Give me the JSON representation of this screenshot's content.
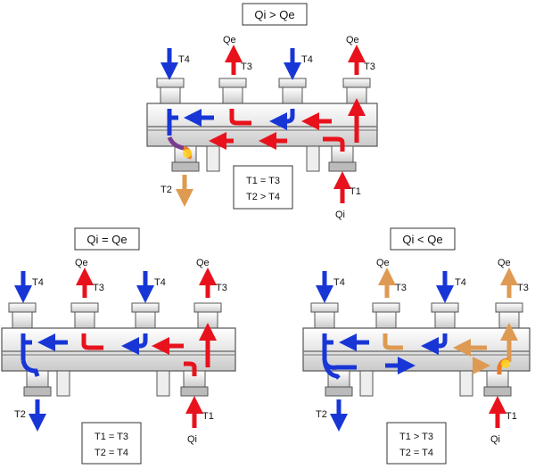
{
  "colors": {
    "hot": "#e8121d",
    "cold": "#1836d6",
    "warm": "#de9a52",
    "mix": "#7a3b8f",
    "glow": "#ffd21f",
    "metal": "#d8d8d8",
    "outline": "#555555"
  },
  "panels": [
    {
      "title": "Qi > Qe",
      "labels": {
        "t4a": "T4",
        "t3a": "T3",
        "t4b": "T4",
        "t3b": "T3",
        "qe_a": "Qe",
        "qe_b": "Qe",
        "t2": "T2",
        "t1": "T1",
        "qi": "Qi"
      },
      "eq1": "T1 = T3",
      "eq2": "T2 > T4"
    },
    {
      "title": "Qi = Qe",
      "labels": {
        "t4a": "T4",
        "t3a": "T3",
        "t4b": "T4",
        "t3b": "T3",
        "qe_a": "Qe",
        "qe_b": "Qe",
        "t2": "T2",
        "t1": "T1",
        "qi": "Qi"
      },
      "eq1": "T1 = T3",
      "eq2": "T2 = T4"
    },
    {
      "title": "Qi < Qe",
      "labels": {
        "t4a": "T4",
        "t3a": "T3",
        "t4b": "T4",
        "t3b": "T3",
        "qe_a": "Qe",
        "qe_b": "Qe",
        "t2": "T2",
        "t1": "T1",
        "qi": "Qi"
      },
      "eq1": "T1 > T3",
      "eq2": "T2 = T4"
    }
  ]
}
